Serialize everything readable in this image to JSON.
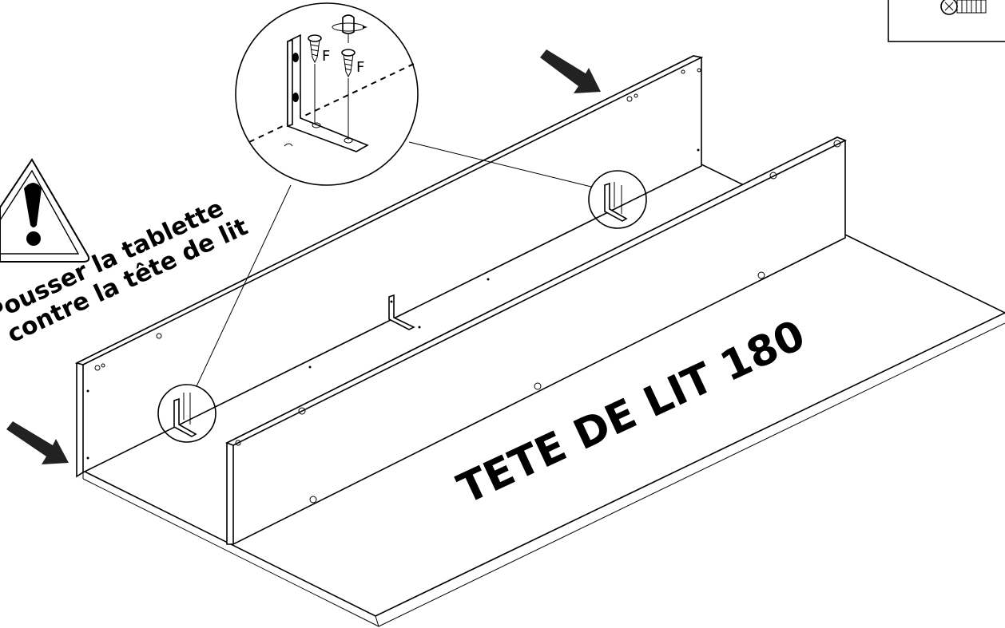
{
  "diagram": {
    "main_label": "TETE DE LIT 180",
    "warning": {
      "line1": "Pousser la tablette",
      "line2": "contre la tête de lit"
    },
    "detail": {
      "screw_label_1": "F",
      "screw_label_2": "F"
    },
    "icons": [
      "warning-triangle-icon",
      "arrow-icon",
      "screw-icon",
      "screwdriver-icon",
      "angle-bracket-icon"
    ],
    "colors": {
      "ink": "#000000",
      "paper": "#ffffff",
      "shadow": "#222222"
    }
  }
}
